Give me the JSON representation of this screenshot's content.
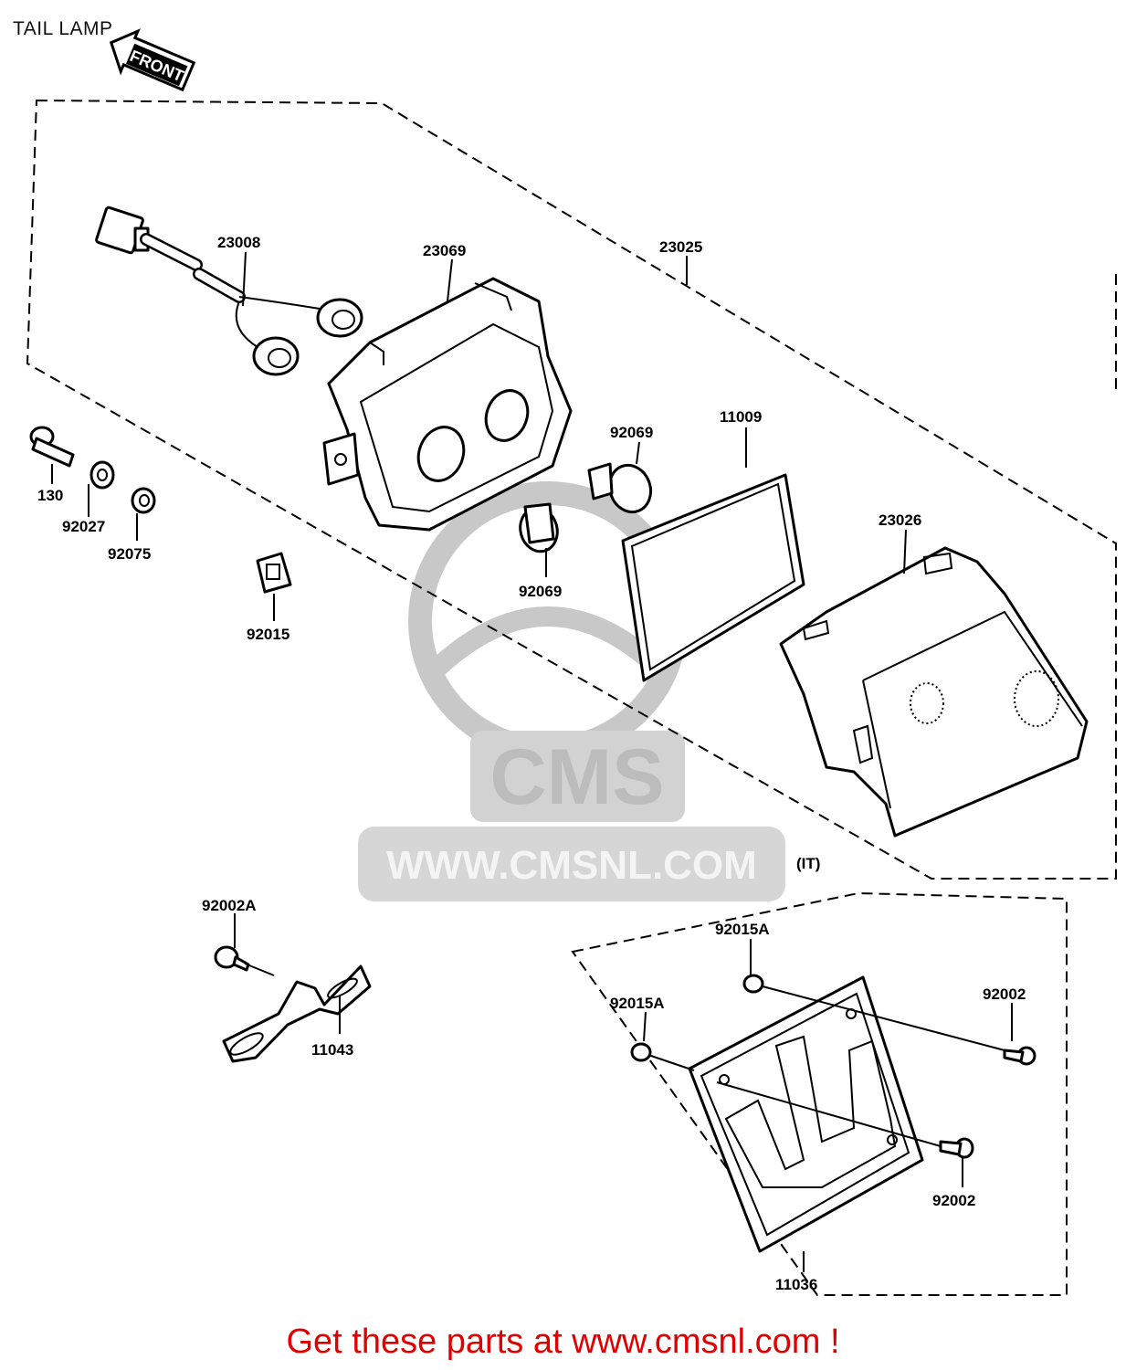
{
  "title": "TAIL LAMP",
  "front_tag": "FRONT",
  "watermark": {
    "logo": "CMS",
    "url": "WWW.CMSNL.COM"
  },
  "labels": {
    "p23008": "23008",
    "p23069": "23069",
    "p23025": "23025",
    "p130": "130",
    "p92027": "92027",
    "p92075": "92075",
    "p92015": "92015",
    "p92069a": "92069",
    "p92069b": "92069",
    "p11009": "11009",
    "p23026": "23026",
    "pIT": "(IT)",
    "p92002A": "92002A",
    "p11043": "11043",
    "p92015Aa": "92015A",
    "p92015Ab": "92015A",
    "p92002a": "92002",
    "p92002b": "92002",
    "p11036": "11036"
  },
  "footer": {
    "text": "Get these parts at www.cmsnl.com !"
  },
  "colors": {
    "footer": "#e00000",
    "watermark": "#bcbcbc",
    "line": "#000000"
  }
}
